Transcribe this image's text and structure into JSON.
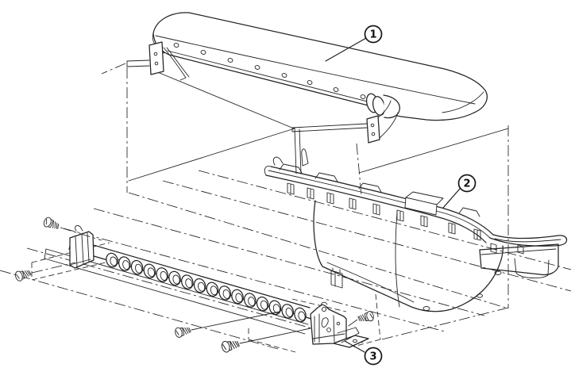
{
  "diagram": {
    "type": "exploded-parts-diagram",
    "background_color": "#ffffff",
    "line_color": "#232323",
    "callouts": [
      {
        "label": "1"
      },
      {
        "label": "2"
      },
      {
        "label": "3"
      }
    ]
  }
}
